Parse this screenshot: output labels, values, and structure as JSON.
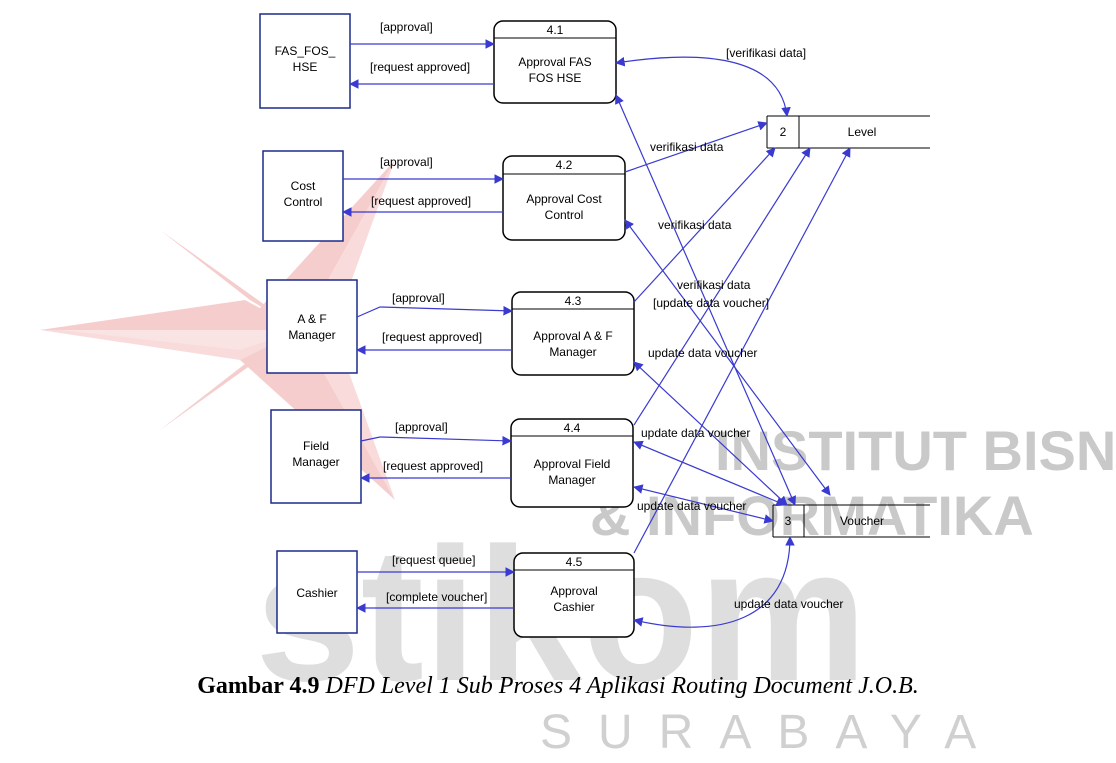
{
  "entities": [
    {
      "label": "FAS_FOS_\nHSE"
    },
    {
      "label": "Cost\nControl"
    },
    {
      "label": "A & F\nManager"
    },
    {
      "label": "Field\nManager"
    },
    {
      "label": "Cashier"
    }
  ],
  "processes": [
    {
      "id": "4.1",
      "label": "Approval FAS\nFOS HSE"
    },
    {
      "id": "4.2",
      "label": "Approval Cost\nControl"
    },
    {
      "id": "4.3",
      "label": "Approval A & F\nManager"
    },
    {
      "id": "4.4",
      "label": "Approval Field\nManager"
    },
    {
      "id": "4.5",
      "label": "Approval\nCashier"
    }
  ],
  "stores": [
    {
      "id": "2",
      "label": "Level"
    },
    {
      "id": "3",
      "label": "Voucher"
    }
  ],
  "flows": {
    "approval": "[approval]",
    "request_approved": "[request approved]",
    "request_queue": "[request queue]",
    "complete_voucher": "[complete voucher]",
    "verifikasi_bracket": "[verifikasi data]",
    "verifikasi": "verifikasi data",
    "update_bracket": "[update data voucher]",
    "update": "update data voucher"
  },
  "watermark": {
    "line1": "INSTITUT BISNIS",
    "line2": "& INFORMATIKA",
    "logo": "stikom",
    "city": "SURABAYA"
  },
  "caption": {
    "number": "Gambar 4.9",
    "title": " DFD Level 1 Sub Proses 4 Aplikasi Routing Document J.O.B."
  },
  "colors": {
    "flow": "#3a3ad0",
    "watermark_red": "#e8a0a0",
    "watermark_gray": "#c9c9c9"
  }
}
